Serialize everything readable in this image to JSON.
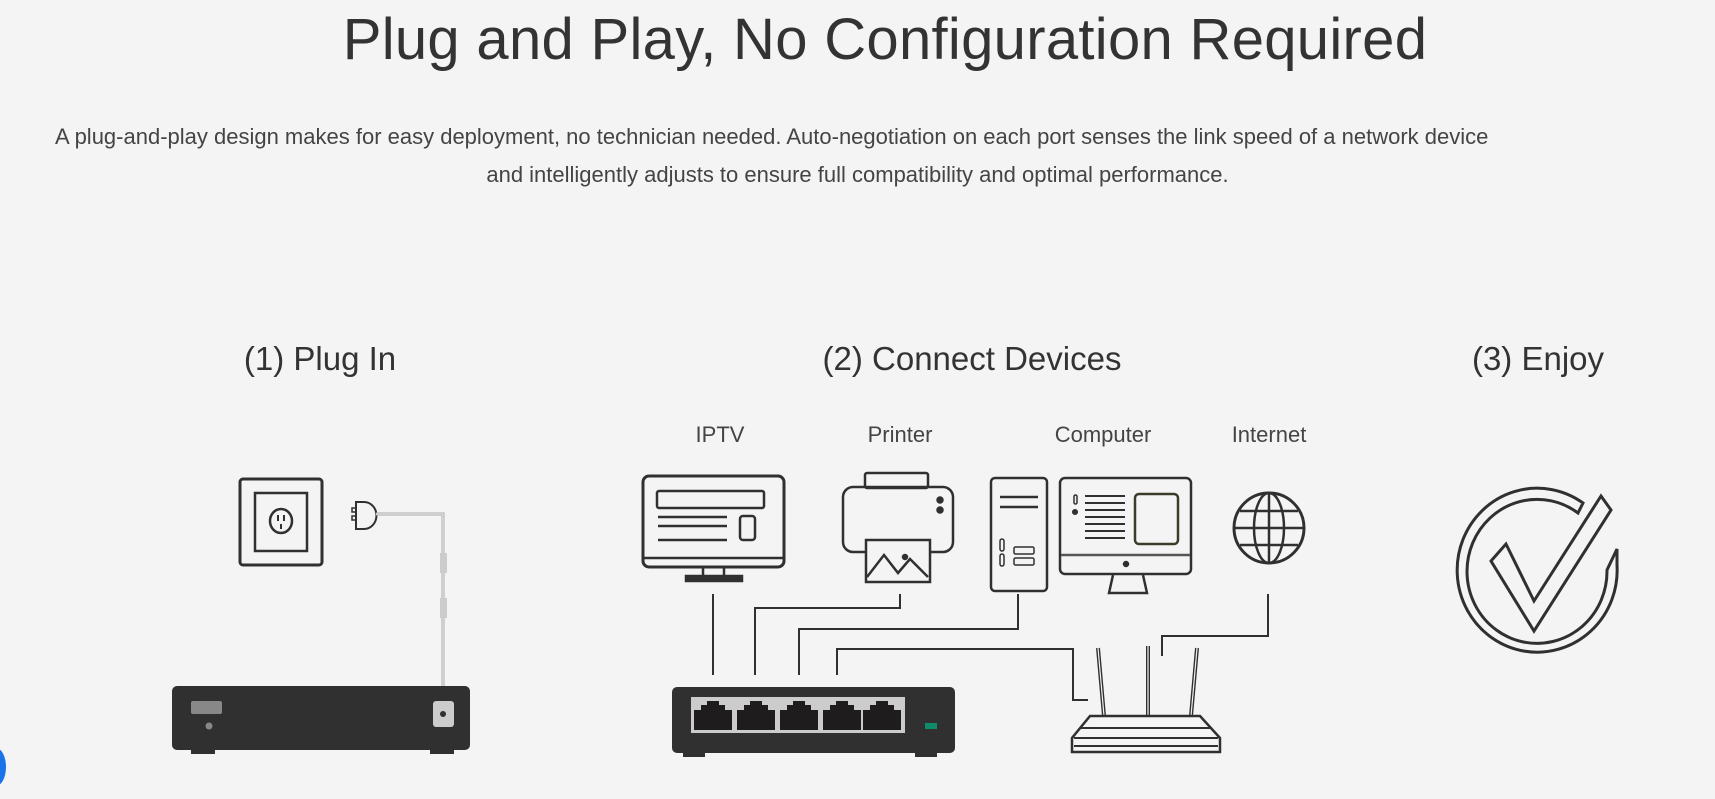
{
  "header": {
    "title": "Plug and Play, No Configuration Required",
    "description_line1": "A plug-and-play design makes for easy deployment, no technician needed. Auto-negotiation on each port senses the link speed of a network device",
    "description_line2": "and intelligently adjusts to ensure full compatibility and optimal performance."
  },
  "steps": [
    {
      "label": "(1) Plug In"
    },
    {
      "label": "(2) Connect Devices"
    },
    {
      "label": "(3) Enjoy"
    }
  ],
  "devices": [
    {
      "label": "IPTV",
      "icon": "tv-icon"
    },
    {
      "label": "Printer",
      "icon": "printer-icon"
    },
    {
      "label": "Computer",
      "icon": "computer-icon"
    },
    {
      "label": "Internet",
      "icon": "globe-icon"
    }
  ],
  "colors": {
    "background": "#f4f4f4",
    "device": "#2f302f",
    "led": "#0f8a6a",
    "accent": "#1a73e8"
  }
}
